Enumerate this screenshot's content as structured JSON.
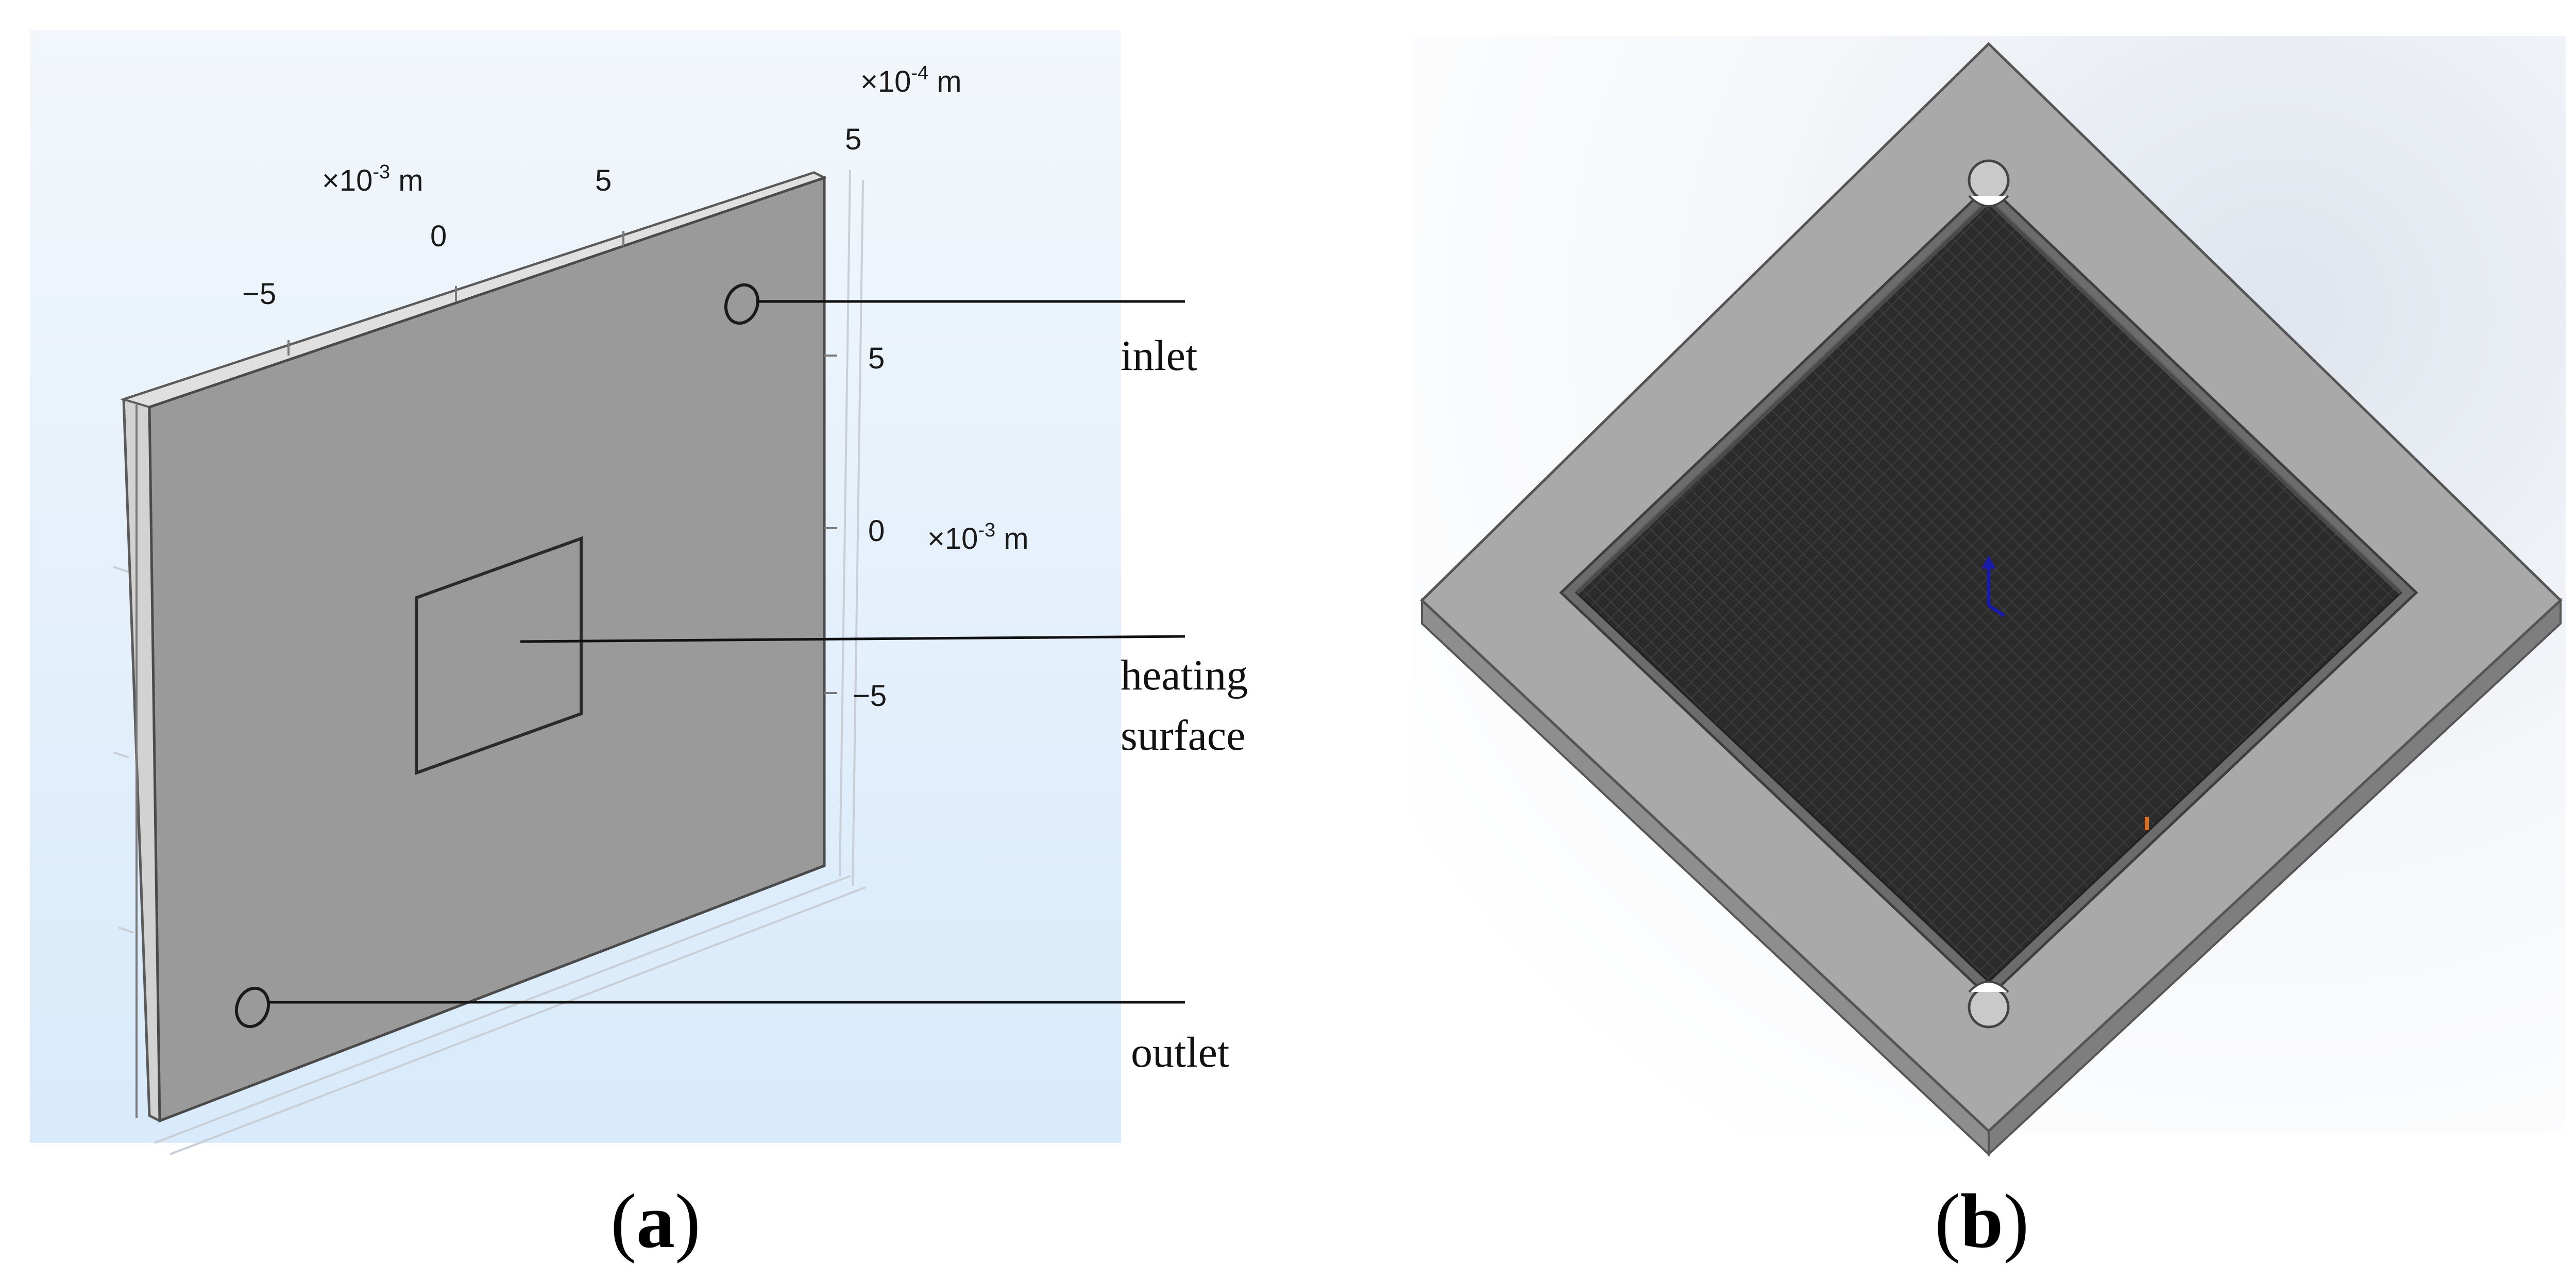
{
  "panel_a": {
    "caption_letter": "a",
    "top_axis": {
      "unit_prefix": "×10",
      "unit_exp": "-3",
      "unit_suffix": " m",
      "ticks": [
        "−5",
        "0",
        "5"
      ]
    },
    "depth_axis": {
      "unit_prefix": "×10",
      "unit_exp": "-4",
      "unit_suffix": " m",
      "tick": "5"
    },
    "right_axis": {
      "unit_prefix": "×10",
      "unit_exp": "-3",
      "unit_suffix": " m",
      "ticks": [
        "5",
        "0",
        "−5"
      ]
    },
    "labels": {
      "inlet": "inlet",
      "heating_line1": "heating",
      "heating_line2": "surface",
      "outlet": "outlet"
    }
  },
  "panel_b": {
    "caption_letter": "b"
  },
  "colors": {
    "panel_a_background_top": "#f2f6fb",
    "panel_a_background_bottom": "#d9ebfb",
    "plate_face": "#9a9a9a",
    "plate_edge": "#c8c8c8",
    "frame_gray": "#a9a9a9",
    "mesh_dark": "#2a2a2a",
    "axis_arrow_blue": "#1a1aa8",
    "marker_orange": "#d87020"
  }
}
